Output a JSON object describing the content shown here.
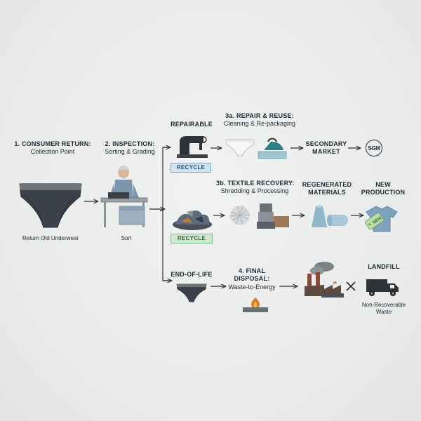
{
  "steps": {
    "consumer_return": {
      "title": "1. CONSUMER RETURN:",
      "subtitle": "Collection Point",
      "caption": "Return Old Underwear"
    },
    "inspection": {
      "title": "2. INSPECTION:",
      "subtitle": "Sorting & Grading",
      "caption": "Sort"
    },
    "repairable": {
      "title": "REPAIRABLE",
      "tag": "RECYCLE"
    },
    "repair_reuse": {
      "title": "3a. REPAIR & REUSE:",
      "subtitle": "Cleaning & Re-packaging"
    },
    "secondary_market": {
      "title_line1": "SECONDARY",
      "title_line2": "MARKET",
      "logo": "SGM"
    },
    "textile_recovery": {
      "title": "3b. TEXTILE RECOVERY:",
      "subtitle": "Shredding & Processing",
      "tag": "RECYCLE"
    },
    "regenerated_materials": {
      "title_line1": "REGENERATED",
      "title_line2": "MATERIALS"
    },
    "new_production": {
      "title_line1": "NEW",
      "title_line2": "PRODUCTION",
      "tag_text": "NEW"
    },
    "end_of_life": {
      "title": "END-OF-LIFE"
    },
    "final_disposal": {
      "title_line1": "4. FINAL",
      "title_line2": "DISPOSAL:",
      "subtitle": "Waste-to-Energy"
    },
    "landfill": {
      "title": "LANDFILL",
      "caption_line1": "Non-Recoverable",
      "caption_line2": "Waste"
    }
  },
  "colors": {
    "arrow": "#2b2f33",
    "tag_blue": "#cfe3ef",
    "tag_green": "#cfe8d0",
    "fabric_dark": "#3a3f45",
    "cone_blue": "#8fb8cc"
  }
}
